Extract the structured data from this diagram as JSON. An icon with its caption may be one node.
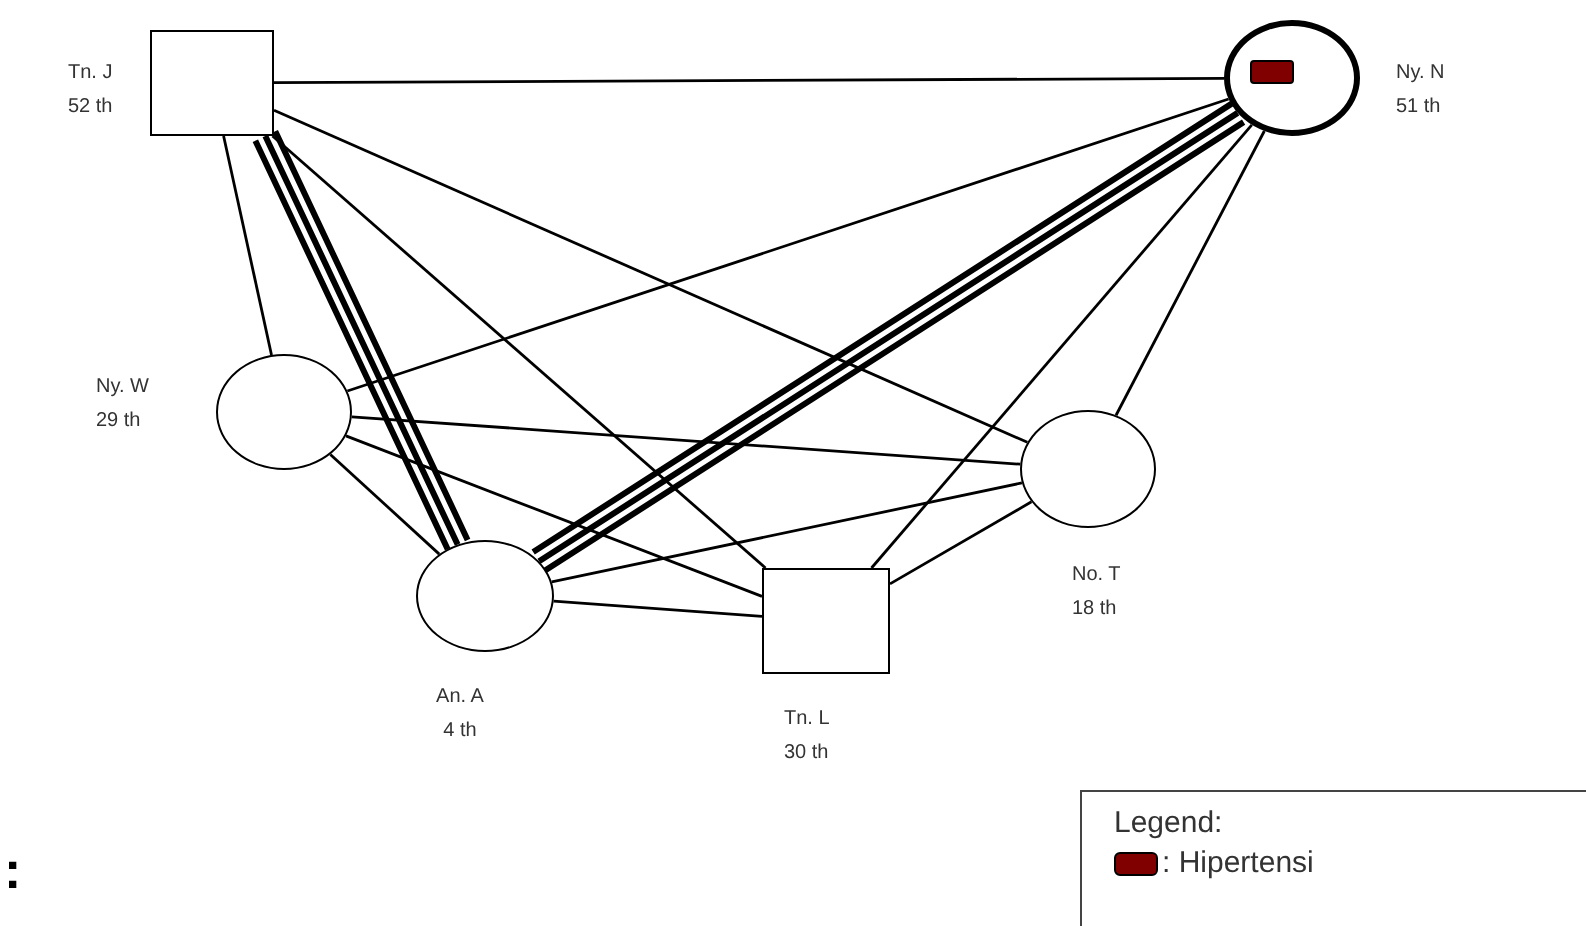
{
  "diagram": {
    "nodes": [
      {
        "text": [
          "Tn. J",
          "52 th"
        ]
      },
      {
        "text": [
          "Ny. N",
          "51 th"
        ]
      },
      {
        "text": [
          "Ny. W",
          "29 th"
        ]
      },
      {
        "text": [
          "An. A",
          "4 th"
        ]
      },
      {
        "text": [
          "Tn. L",
          "30 th"
        ]
      },
      {
        "text": [
          "No. T",
          "18 th"
        ]
      }
    ],
    "edges": [
      {
        "from": 0,
        "to": 1,
        "arrow": "none"
      },
      {
        "from": 0,
        "to": 2,
        "arrow": "none"
      },
      {
        "from": 0,
        "to": 3,
        "arrow": "none",
        "style": "thick"
      },
      {
        "from": 0,
        "to": 5,
        "arrow": "none"
      },
      {
        "from": 0,
        "to": 4,
        "arrow": "none"
      },
      {
        "from": 1,
        "to": 2,
        "arrow": "none"
      },
      {
        "from": 1,
        "to": 3,
        "arrow": "none",
        "style": "thick"
      },
      {
        "from": 1,
        "to": 4,
        "arrow": "none"
      },
      {
        "from": 1,
        "to": 5,
        "arrow": "none"
      },
      {
        "from": 2,
        "to": 3,
        "arrow": "none"
      },
      {
        "from": 2,
        "to": 5,
        "arrow": "none"
      },
      {
        "from": 2,
        "to": 4,
        "arrow": "none"
      },
      {
        "from": 3,
        "to": 5,
        "arrow": "none"
      },
      {
        "from": 3,
        "to": 4,
        "arrow": "none"
      },
      {
        "from": 4,
        "to": 5,
        "arrow": "none"
      }
    ],
    "labels": [
      "Legend:",
      ":"
    ],
    "legend": [
      {
        "text": ": Hipertensi",
        "color": "#800000"
      }
    ]
  }
}
